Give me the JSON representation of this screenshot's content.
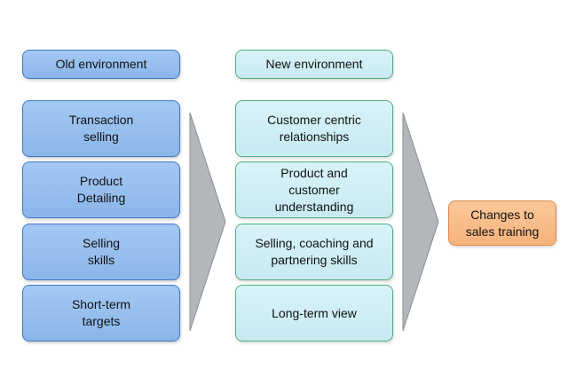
{
  "columns": {
    "old": {
      "header": "Old environment",
      "items": [
        "Transaction\nselling",
        "Product\nDetailing",
        "Selling\nskills",
        "Short-term\ntargets"
      ]
    },
    "new": {
      "header": "New environment",
      "items": [
        "Customer centric\nrelationships",
        "Product and\ncustomer\nunderstanding",
        "Selling, coaching and\npartnering skills",
        "Long-term view"
      ]
    }
  },
  "result": {
    "label": "Changes to\nsales training"
  },
  "colors": {
    "old_fill": "#8bb6ea",
    "old_border": "#3f78c2",
    "new_fill": "#c8eaf3",
    "new_border": "#4fae7d",
    "result_fill": "#f6b27a",
    "result_border": "#e0874c",
    "arrow_fill": "#b3b6bb"
  }
}
